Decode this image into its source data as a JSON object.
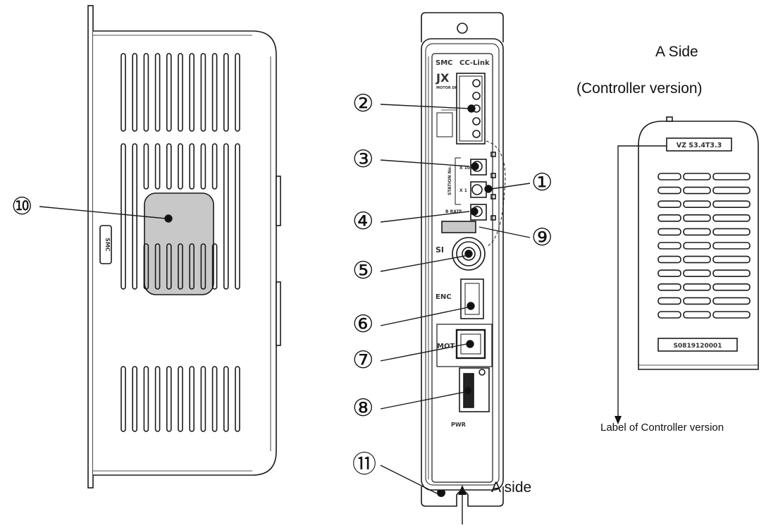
{
  "labels": {
    "a_side_title": "A Side",
    "controller_version_title": "(Controller version)",
    "label_caption": "Label of Controller version",
    "a_side_bottom": "A side"
  },
  "callouts": [
    "①",
    "②",
    "③",
    "④",
    "⑤",
    "⑥",
    "⑦",
    "⑧",
    "⑨",
    "⑩",
    "⑪"
  ],
  "front_panel": {
    "brand": "SMC",
    "network": "CC-Link",
    "series": "JX",
    "series_sub": "MOTOR DRIVER",
    "x10": "X 10",
    "x1": "X 1",
    "station": "STATION No.",
    "b_rate": "B RATE",
    "si": "SI",
    "enc": "ENC",
    "mot": "MOT",
    "pwr": "PWR"
  },
  "side_view": {
    "brand": "SMC"
  },
  "controller_label": {
    "version": "VZ S3.4T3.3",
    "serial": "S0819120001"
  },
  "colors": {
    "line": "#1a1a1a",
    "highlight": "#c8c8c8"
  }
}
